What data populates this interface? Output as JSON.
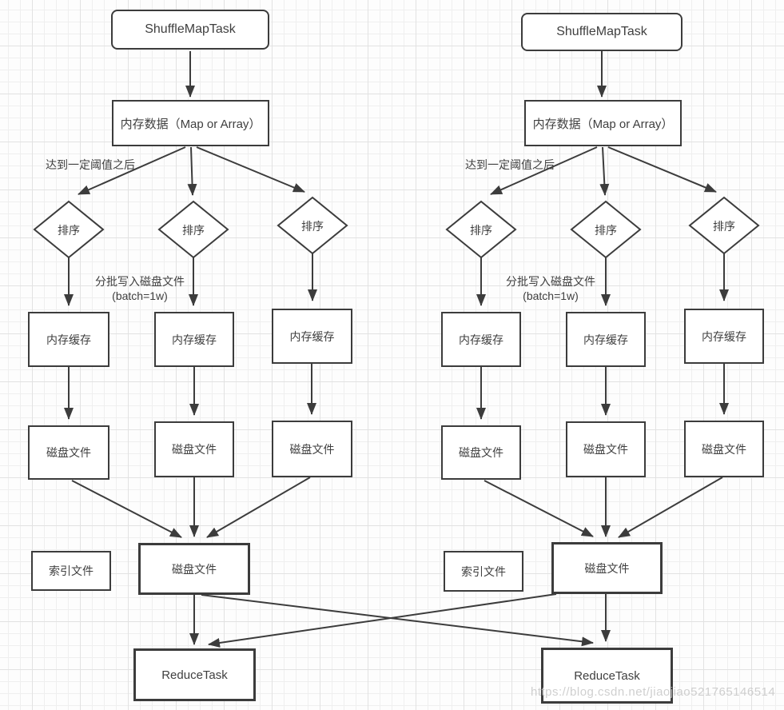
{
  "watermark": "https://blog.csdn.net/jiaojiao521765146514",
  "colors": {
    "line": "#3c3c3c",
    "text": "#3f3f3f",
    "node_background": "#ffffff",
    "grid_minor": "#efefef",
    "grid_major": "#e2e2e2"
  },
  "flows": {
    "left": {
      "shuffle_map_task": "ShuffleMapTask",
      "memory_data": "内存数据（Map or Array）",
      "threshold_label": "达到一定阈值之后",
      "batch_label_line1": "分批写入磁盘文件",
      "batch_label_line2": "(batch=1w)",
      "sorts": [
        "排序",
        "排序",
        "排序"
      ],
      "memory_buffers": [
        "内存缓存",
        "内存缓存",
        "内存缓存"
      ],
      "disk_files": [
        "磁盘文件",
        "磁盘文件",
        "磁盘文件"
      ],
      "index_file": "索引文件",
      "merged_disk_file": "磁盘文件",
      "reduce_task": "ReduceTask"
    },
    "right": {
      "shuffle_map_task": "ShuffleMapTask",
      "memory_data": "内存数据（Map or Array）",
      "threshold_label": "达到一定阈值之后",
      "batch_label_line1": "分批写入磁盘文件",
      "batch_label_line2": "(batch=1w)",
      "sorts": [
        "排序",
        "排序",
        "排序"
      ],
      "memory_buffers": [
        "内存缓存",
        "内存缓存",
        "内存缓存"
      ],
      "disk_files": [
        "磁盘文件",
        "磁盘文件",
        "磁盘文件"
      ],
      "index_file": "索引文件",
      "merged_disk_file": "磁盘文件",
      "reduce_task": "ReduceTask"
    }
  }
}
